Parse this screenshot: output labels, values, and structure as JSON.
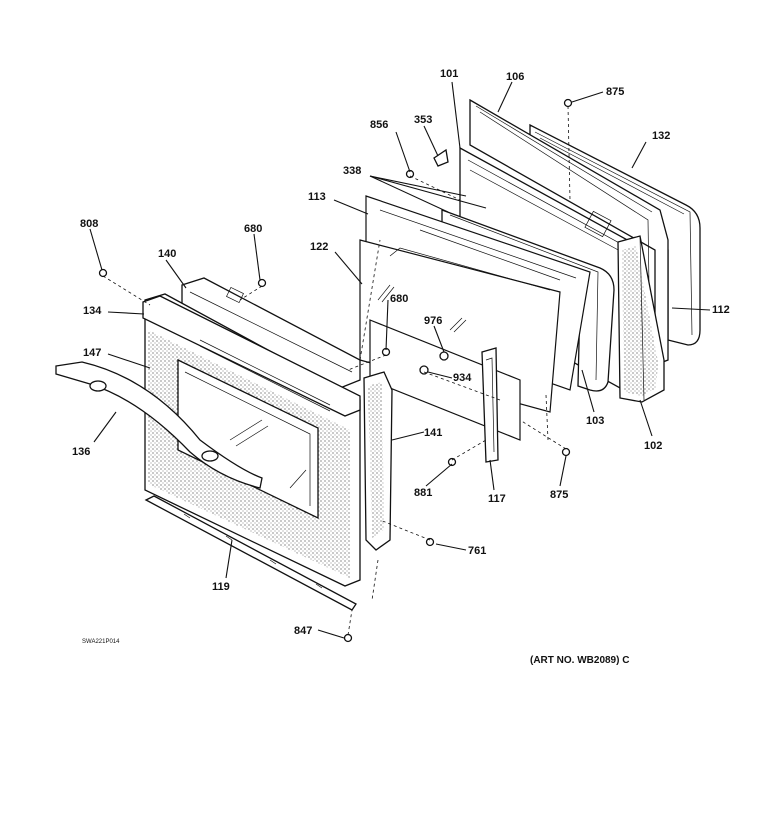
{
  "labels": {
    "l101": "101",
    "l106": "106",
    "l875a": "875",
    "l856": "856",
    "l353": "353",
    "l132": "132",
    "l338": "338",
    "l113": "113",
    "l808": "808",
    "l140": "140",
    "l680a": "680",
    "l122": "122",
    "l112": "112",
    "l134": "134",
    "l680b": "680",
    "l976": "976",
    "l147": "147",
    "l934": "934",
    "l103": "103",
    "l141": "141",
    "l136": "136",
    "l102": "102",
    "l881": "881",
    "l117": "117",
    "l875b": "875",
    "l761": "761",
    "l119": "119",
    "l847": "847"
  },
  "footer": {
    "art_no": "(ART NO. WB2089) C",
    "code": "SWA221P014"
  }
}
